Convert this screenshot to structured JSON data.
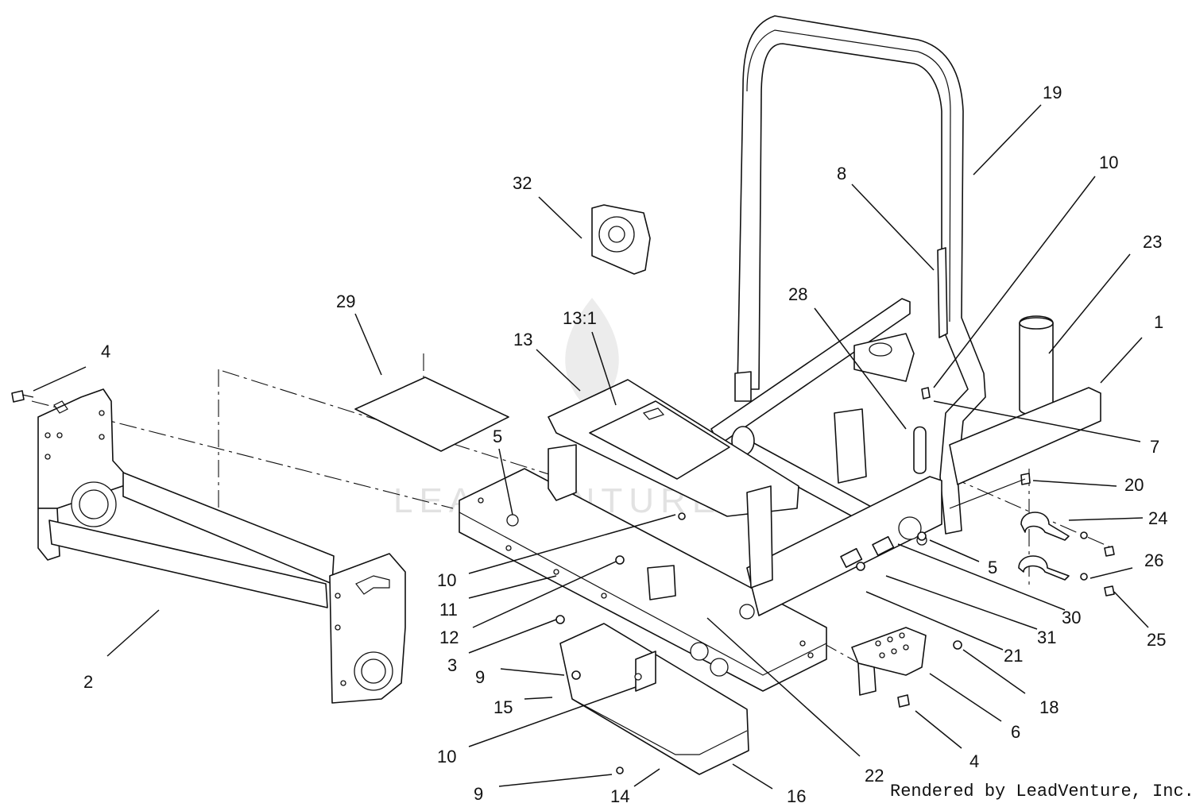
{
  "watermark": "LEADVENTURE",
  "credit": "Rendered by LeadVenture, Inc.",
  "callouts": [
    {
      "id": "c4a",
      "label": "4"
    },
    {
      "id": "c2",
      "label": "2"
    },
    {
      "id": "c29",
      "label": "29"
    },
    {
      "id": "c32",
      "label": "32"
    },
    {
      "id": "c13",
      "label": "13"
    },
    {
      "id": "c13_1",
      "label": "13:1"
    },
    {
      "id": "c5a",
      "label": "5"
    },
    {
      "id": "c10a",
      "label": "10"
    },
    {
      "id": "c11",
      "label": "11"
    },
    {
      "id": "c12",
      "label": "12"
    },
    {
      "id": "c3",
      "label": "3"
    },
    {
      "id": "c9a",
      "label": "9"
    },
    {
      "id": "c15",
      "label": "15"
    },
    {
      "id": "c10b",
      "label": "10"
    },
    {
      "id": "c9b",
      "label": "9"
    },
    {
      "id": "c14",
      "label": "14"
    },
    {
      "id": "c16",
      "label": "16"
    },
    {
      "id": "c22",
      "label": "22"
    },
    {
      "id": "c19",
      "label": "19"
    },
    {
      "id": "c8",
      "label": "8"
    },
    {
      "id": "c10c",
      "label": "10"
    },
    {
      "id": "c28",
      "label": "28"
    },
    {
      "id": "c23",
      "label": "23"
    },
    {
      "id": "c1",
      "label": "1"
    },
    {
      "id": "c7",
      "label": "7"
    },
    {
      "id": "c20",
      "label": "20"
    },
    {
      "id": "c24",
      "label": "24"
    },
    {
      "id": "c5b",
      "label": "5"
    },
    {
      "id": "c26",
      "label": "26"
    },
    {
      "id": "c30",
      "label": "30"
    },
    {
      "id": "c25",
      "label": "25"
    },
    {
      "id": "c31",
      "label": "31"
    },
    {
      "id": "c21",
      "label": "21"
    },
    {
      "id": "c18",
      "label": "18"
    },
    {
      "id": "c6",
      "label": "6"
    },
    {
      "id": "c4b",
      "label": "4"
    }
  ]
}
